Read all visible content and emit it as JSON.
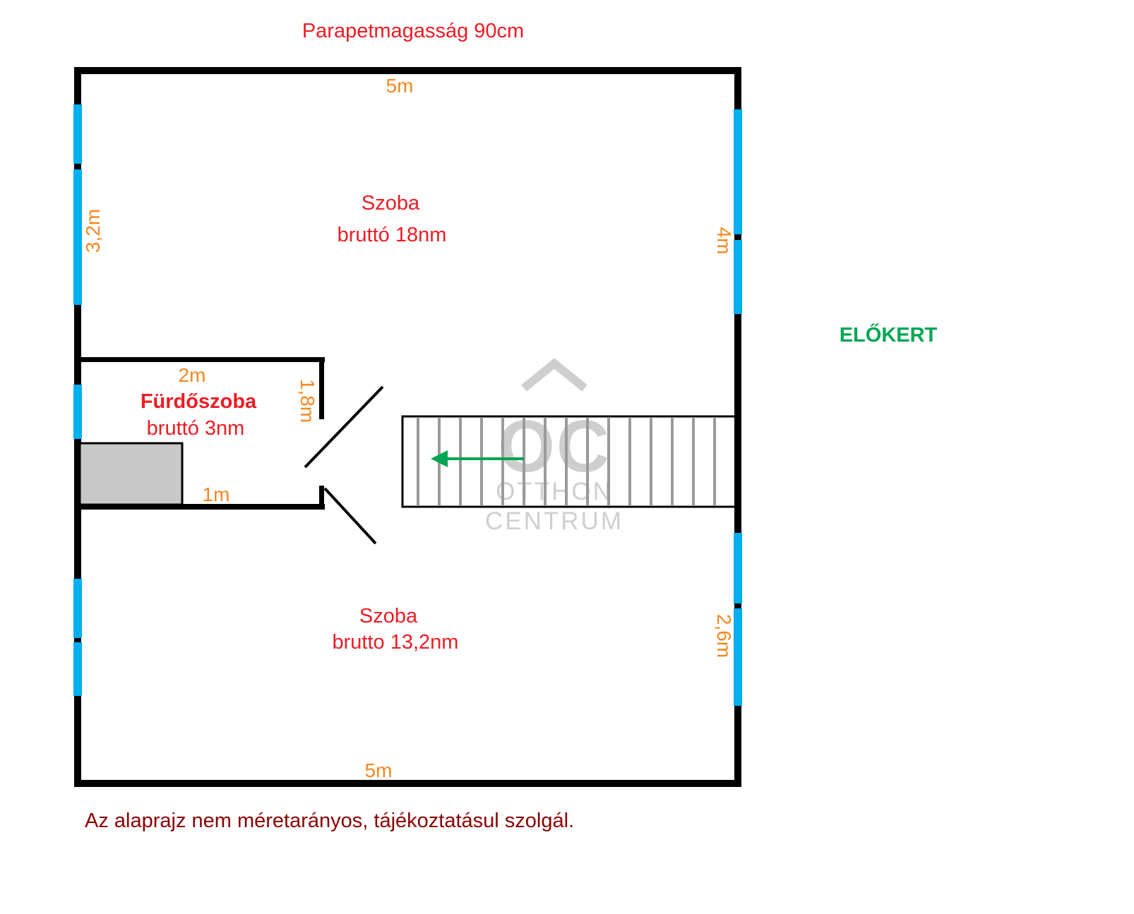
{
  "title": "Parapetmagasság 90cm",
  "footer_note": "Az alaprajz nem méretarányos, tájékoztatásul szolgál.",
  "garden_label": "ELŐKERT",
  "watermark": {
    "logo": "OC",
    "line1": "OTTHON",
    "line2": "CENTRUM"
  },
  "rooms": {
    "room_top": {
      "name": "Szoba",
      "area": "bruttó 18nm"
    },
    "bathroom": {
      "name": "Fürdőszoba",
      "area": "bruttó 3nm"
    },
    "room_bottom": {
      "name": "Szoba",
      "area": "brutto 13,2nm"
    }
  },
  "dimensions": {
    "top": "5m",
    "left": "3,2m",
    "right_top": "4m",
    "bath_width": "2m",
    "bath_door": "1,8m",
    "bath_bottom": "1m",
    "right_bottom": "2,6m",
    "bottom": "5m"
  },
  "colors": {
    "wall": "#000000",
    "window": "#00b0f0",
    "label_red": "#ed1c24",
    "dimension_orange": "#f6871f",
    "garden_green": "#00a651",
    "arrow_green": "#00a651",
    "footer_maroon": "#8b0000",
    "watermark_gray": "#c6c6c6",
    "fixture_gray": "#c8c8c8",
    "stair_tread_gray": "#9a9a9a"
  }
}
